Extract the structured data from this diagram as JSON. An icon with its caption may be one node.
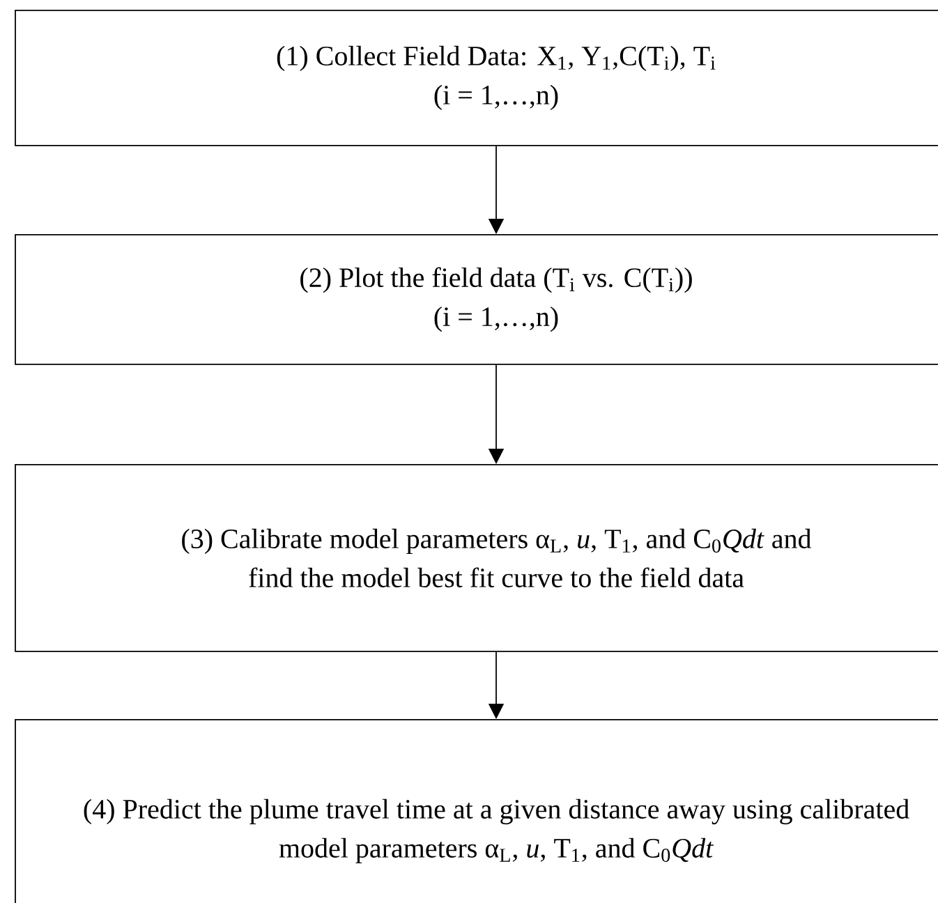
{
  "diagram": {
    "nodes": [
      {
        "text": [
          "(1) Collect Field Data: X$_{1}$, Y$_{1}$,C(T$_{i}$), T$_{i}$",
          "(i = 1,…,n)"
        ]
      },
      {
        "text": [
          "(2) Plot the field data (T$_{i}$ vs. C(T$_{i}$))",
          "(i = 1,…,n)"
        ]
      },
      {
        "text": [
          "(3) Calibrate model parameters α$_{L}$, *u*, T$_{1}$, and C$_{0}$*Qdt* and find the model best fit curve to the field data"
        ]
      },
      {
        "text": [
          "(4) Predict the plume travel time at a given distance away using calibrated model parameters α$_{L}$, *u*, T$_{1}$, and C$_{0}$*Qdt*"
        ]
      }
    ],
    "edges": [
      {
        "from": 0,
        "to": 1,
        "arrow": "to"
      },
      {
        "from": 1,
        "to": 2,
        "arrow": "to"
      },
      {
        "from": 2,
        "to": 3,
        "arrow": "to"
      }
    ]
  }
}
